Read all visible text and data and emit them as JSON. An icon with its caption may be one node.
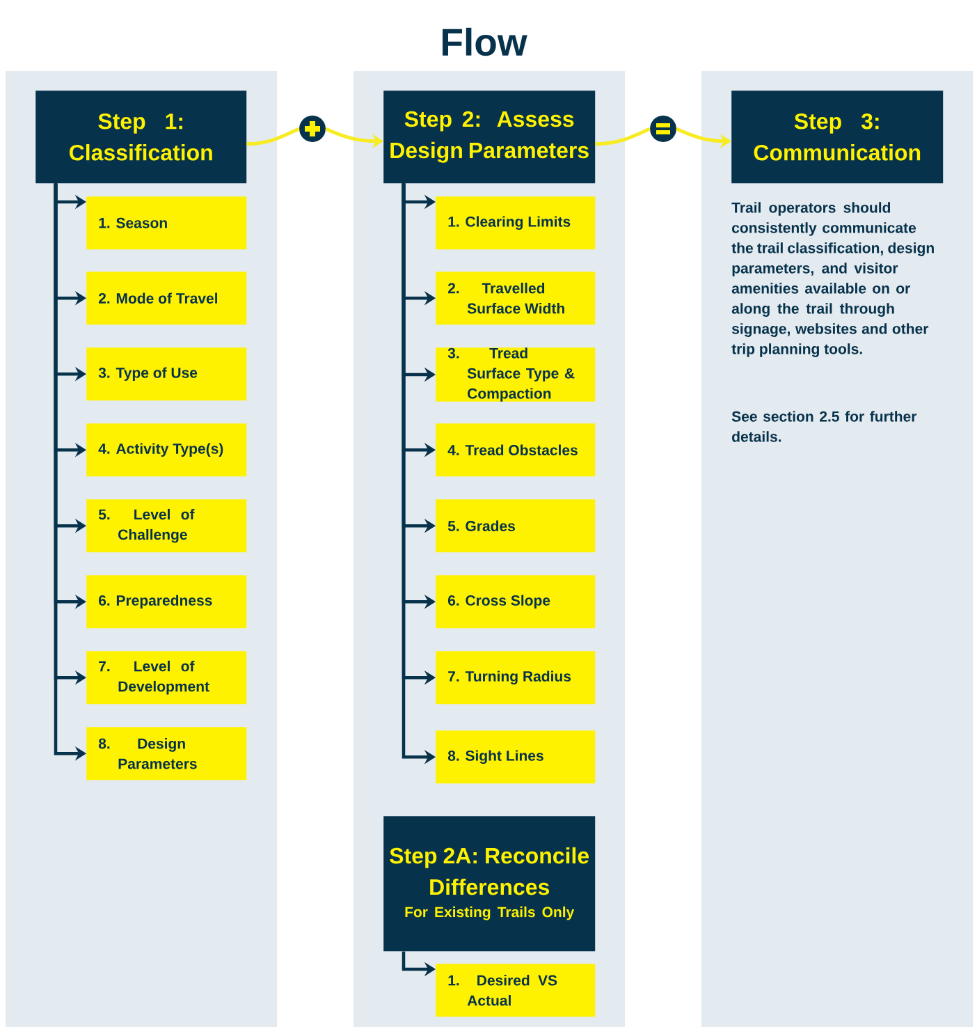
{
  "diagram": {
    "title": "Flow",
    "nodes": [
      {
        "text": [
          "Step 1: Classification"
        ]
      },
      {
        "text": [
          "1. Season"
        ]
      },
      {
        "text": [
          "2. Mode of Travel"
        ]
      },
      {
        "text": [
          "3. Type of Use"
        ]
      },
      {
        "text": [
          "4. Activity Type(s)"
        ]
      },
      {
        "text": [
          "5. Level of Challenge"
        ]
      },
      {
        "text": [
          "6. Preparedness"
        ]
      },
      {
        "text": [
          "7. Level of Development"
        ]
      },
      {
        "text": [
          "8. Design Parameters"
        ]
      },
      {
        "text": [
          "Step 2: Assess Design Parameters"
        ]
      },
      {
        "text": [
          "1. Clearing Limits"
        ]
      },
      {
        "text": [
          "2. Travelled Surface Width"
        ]
      },
      {
        "text": [
          "3. Tread Surface Type & Compaction"
        ]
      },
      {
        "text": [
          "4. Tread Obstacles"
        ]
      },
      {
        "text": [
          "5. Grades"
        ]
      },
      {
        "text": [
          "6. Cross Slope"
        ]
      },
      {
        "text": [
          "7. Turning Radius"
        ]
      },
      {
        "text": [
          "8. Sight Lines"
        ]
      },
      {
        "text": [
          "Step 2A: Reconcile Differences",
          "For Existing Trails Only"
        ]
      },
      {
        "text": [
          "1. Desired VS Actual"
        ]
      },
      {
        "text": [
          "Step 3: Communication"
        ]
      },
      {
        "text": [],
        "shape": "circle"
      },
      {
        "text": [],
        "shape": "circle"
      }
    ],
    "edges": [
      {
        "from": 0,
        "to": 1,
        "arrow": "to"
      },
      {
        "from": 0,
        "to": 2,
        "arrow": "to"
      },
      {
        "from": 0,
        "to": 3,
        "arrow": "to"
      },
      {
        "from": 0,
        "to": 4,
        "arrow": "to"
      },
      {
        "from": 0,
        "to": 5,
        "arrow": "to"
      },
      {
        "from": 0,
        "to": 6,
        "arrow": "to"
      },
      {
        "from": 0,
        "to": 7,
        "arrow": "to"
      },
      {
        "from": 0,
        "to": 8,
        "arrow": "to"
      },
      {
        "from": 9,
        "to": 10,
        "arrow": "to"
      },
      {
        "from": 9,
        "to": 11,
        "arrow": "to"
      },
      {
        "from": 9,
        "to": 12,
        "arrow": "to"
      },
      {
        "from": 9,
        "to": 13,
        "arrow": "to"
      },
      {
        "from": 9,
        "to": 14,
        "arrow": "to"
      },
      {
        "from": 9,
        "to": 15,
        "arrow": "to"
      },
      {
        "from": 9,
        "to": 16,
        "arrow": "to"
      },
      {
        "from": 9,
        "to": 17,
        "arrow": "to"
      },
      {
        "from": 18,
        "to": 19,
        "arrow": "to"
      },
      {
        "from": 0,
        "to": 21,
        "arrow": "none",
        "color": "#f7ec22"
      },
      {
        "from": 21,
        "to": 9,
        "arrow": "to",
        "color": "#f7ec22"
      },
      {
        "from": 9,
        "to": 22,
        "arrow": "none",
        "color": "#f7ec22"
      },
      {
        "from": 22,
        "to": 20,
        "arrow": "to",
        "color": "#f7ec22"
      }
    ],
    "labels": [
      "Trail operators should consistently communicate the trail classification, design parameters, and visitor amenities available on or along the trail through signage, websites and other trip planning tools.",
      "See section 2.5 for further details."
    ]
  }
}
